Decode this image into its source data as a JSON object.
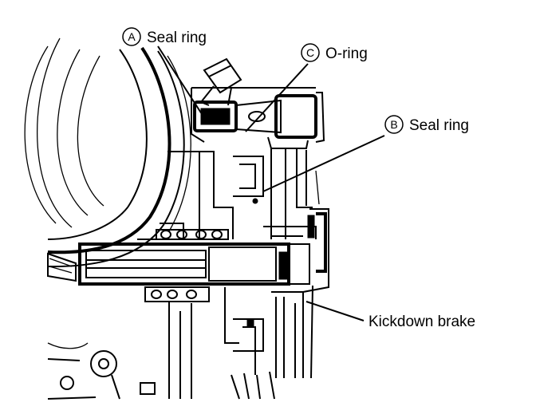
{
  "labels": {
    "seal_ring_a": {
      "marker": "A",
      "text": "Seal ring"
    },
    "o_ring_c": {
      "marker": "C",
      "text": "O-ring"
    },
    "seal_ring_b": {
      "marker": "B",
      "text": "Seal ring"
    },
    "kickdown_brake": {
      "text": "Kickdown brake"
    }
  },
  "colors": {
    "ink": "#000000",
    "paper": "#ffffff"
  }
}
